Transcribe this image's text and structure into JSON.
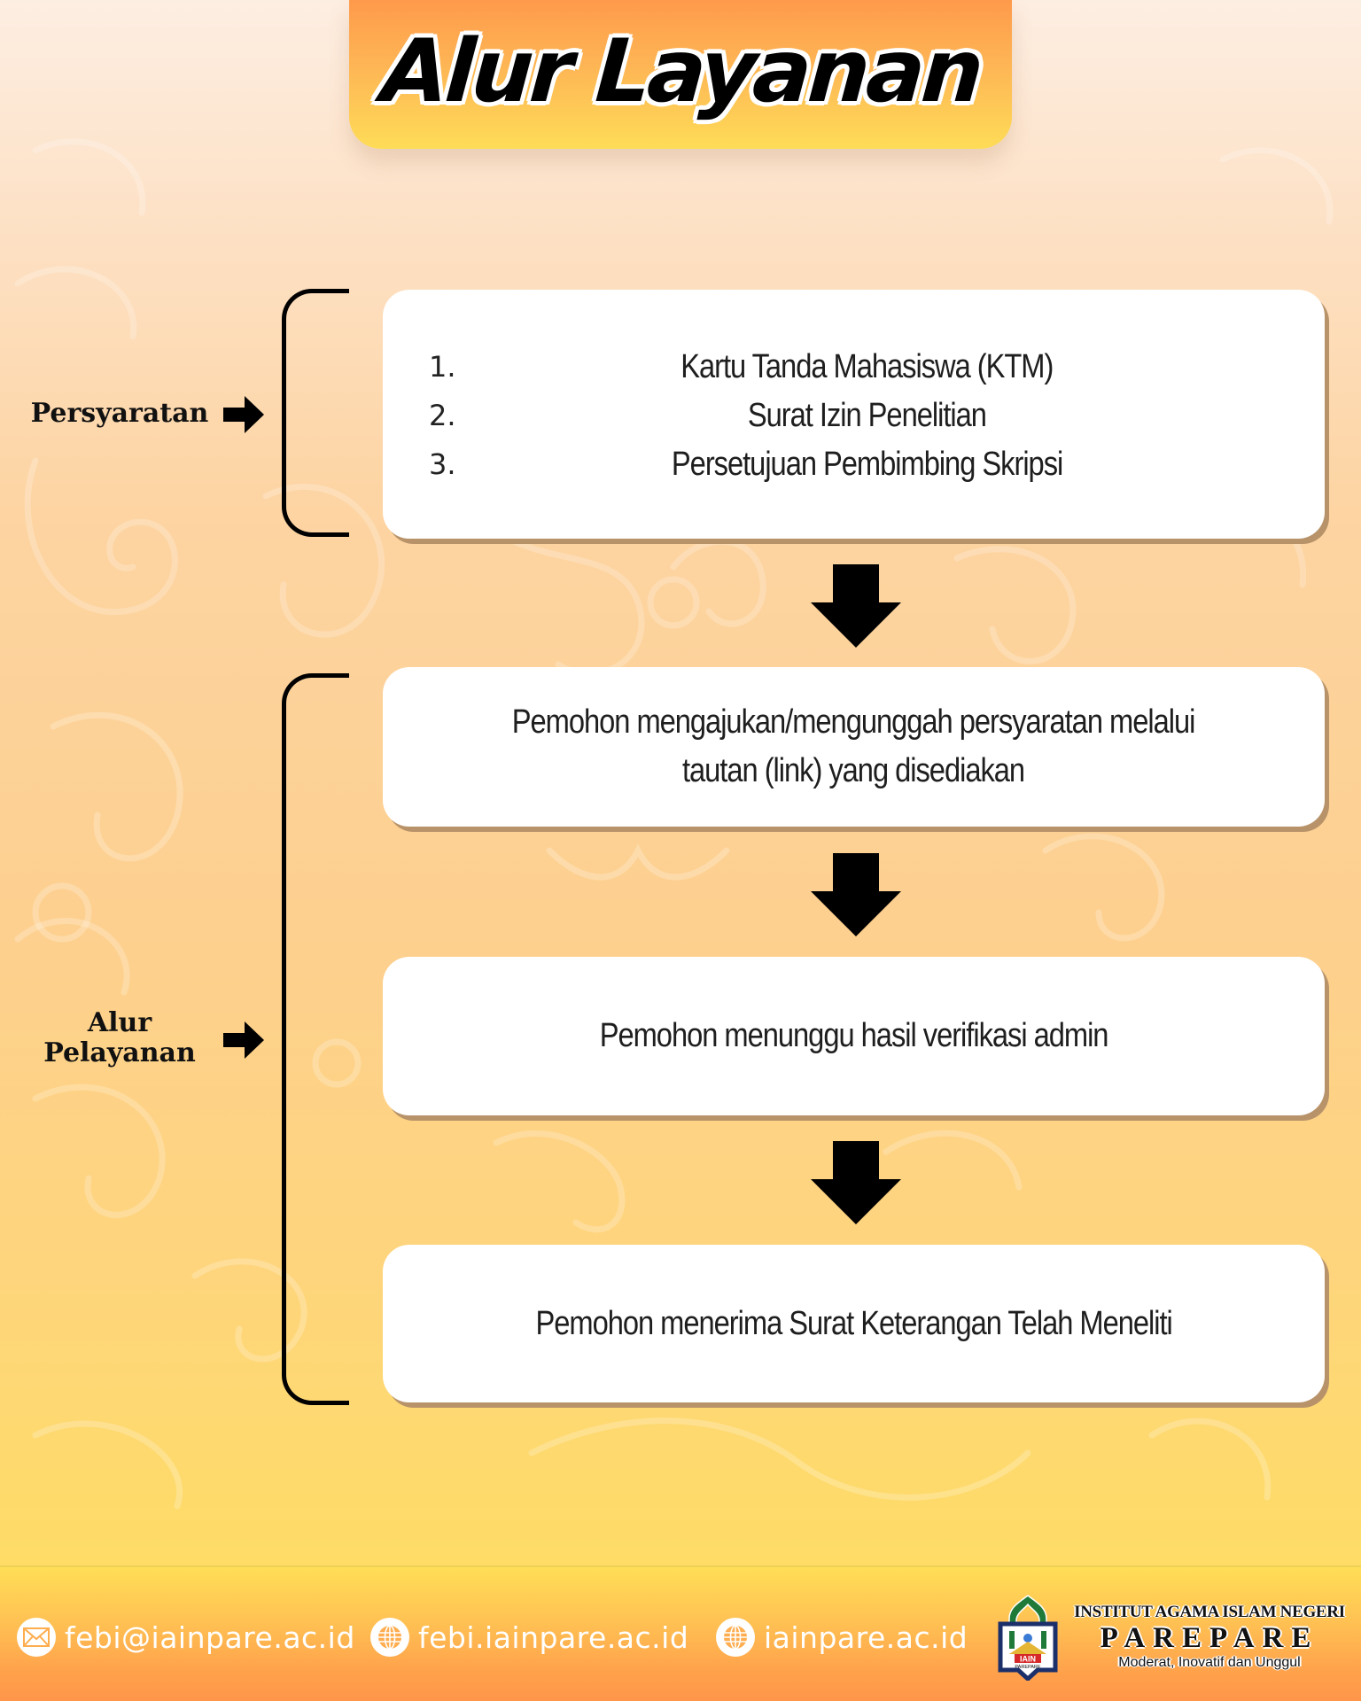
{
  "title": "Alur Layanan",
  "sections": {
    "requirements": {
      "label": "Persyaratan",
      "items": [
        {
          "number": "1.",
          "text": "Kartu Tanda Mahasiswa (KTM)"
        },
        {
          "number": "2.",
          "text": "Surat Izin Penelitian"
        },
        {
          "number": "3.",
          "text": "Persetujuan Pembimbing Skripsi"
        }
      ]
    },
    "service_flow": {
      "label_line1": "Alur",
      "label_line2": "Pelayanan",
      "steps": [
        {
          "line1": "Pemohon mengajukan/mengunggah persyaratan melalui",
          "line2": "tautan (link) yang disediakan"
        },
        {
          "line1": "Pemohon menunggu hasil verifikasi admin"
        },
        {
          "line1": "Pemohon menerima Surat Keterangan Telah Meneliti"
        }
      ]
    }
  },
  "footer": {
    "contacts": [
      {
        "icon": "mail-icon",
        "text": "febi@iainpare.ac.id"
      },
      {
        "icon": "globe-icon",
        "text": "febi.iainpare.ac.id"
      },
      {
        "icon": "globe-icon",
        "text": "iainpare.ac.id"
      }
    ],
    "institution": {
      "line1": "INSTITUT AGAMA ISLAM NEGERI",
      "line2": "PAREPARE",
      "tagline": "Moderat, Inovatif dan Unggul",
      "logo_text": "IAIN",
      "logo_subtext": "PAREPARE"
    }
  },
  "colors": {
    "accent_orange": "#fe9a4b",
    "accent_yellow": "#fedc57",
    "card_shadow": "#b8936a",
    "logo_green": "#1f7a3a",
    "logo_navy": "#1b2f6b",
    "logo_red": "#d62828"
  }
}
